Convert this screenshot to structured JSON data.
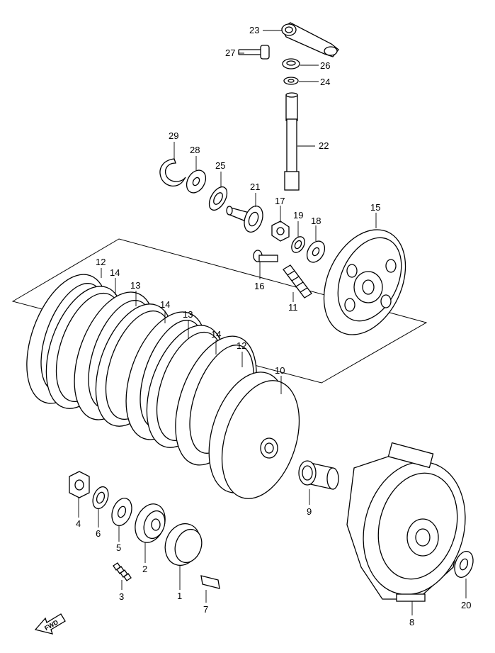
{
  "diagram": {
    "labels": [
      "1",
      "2",
      "3",
      "4",
      "5",
      "6",
      "7",
      "8",
      "9",
      "10",
      "11",
      "12",
      "12",
      "13",
      "13",
      "14",
      "14",
      "14",
      "15",
      "16",
      "17",
      "18",
      "19",
      "20",
      "21",
      "22",
      "23",
      "24",
      "25",
      "26",
      "27",
      "28",
      "29"
    ],
    "fwd_text": "FWD"
  }
}
